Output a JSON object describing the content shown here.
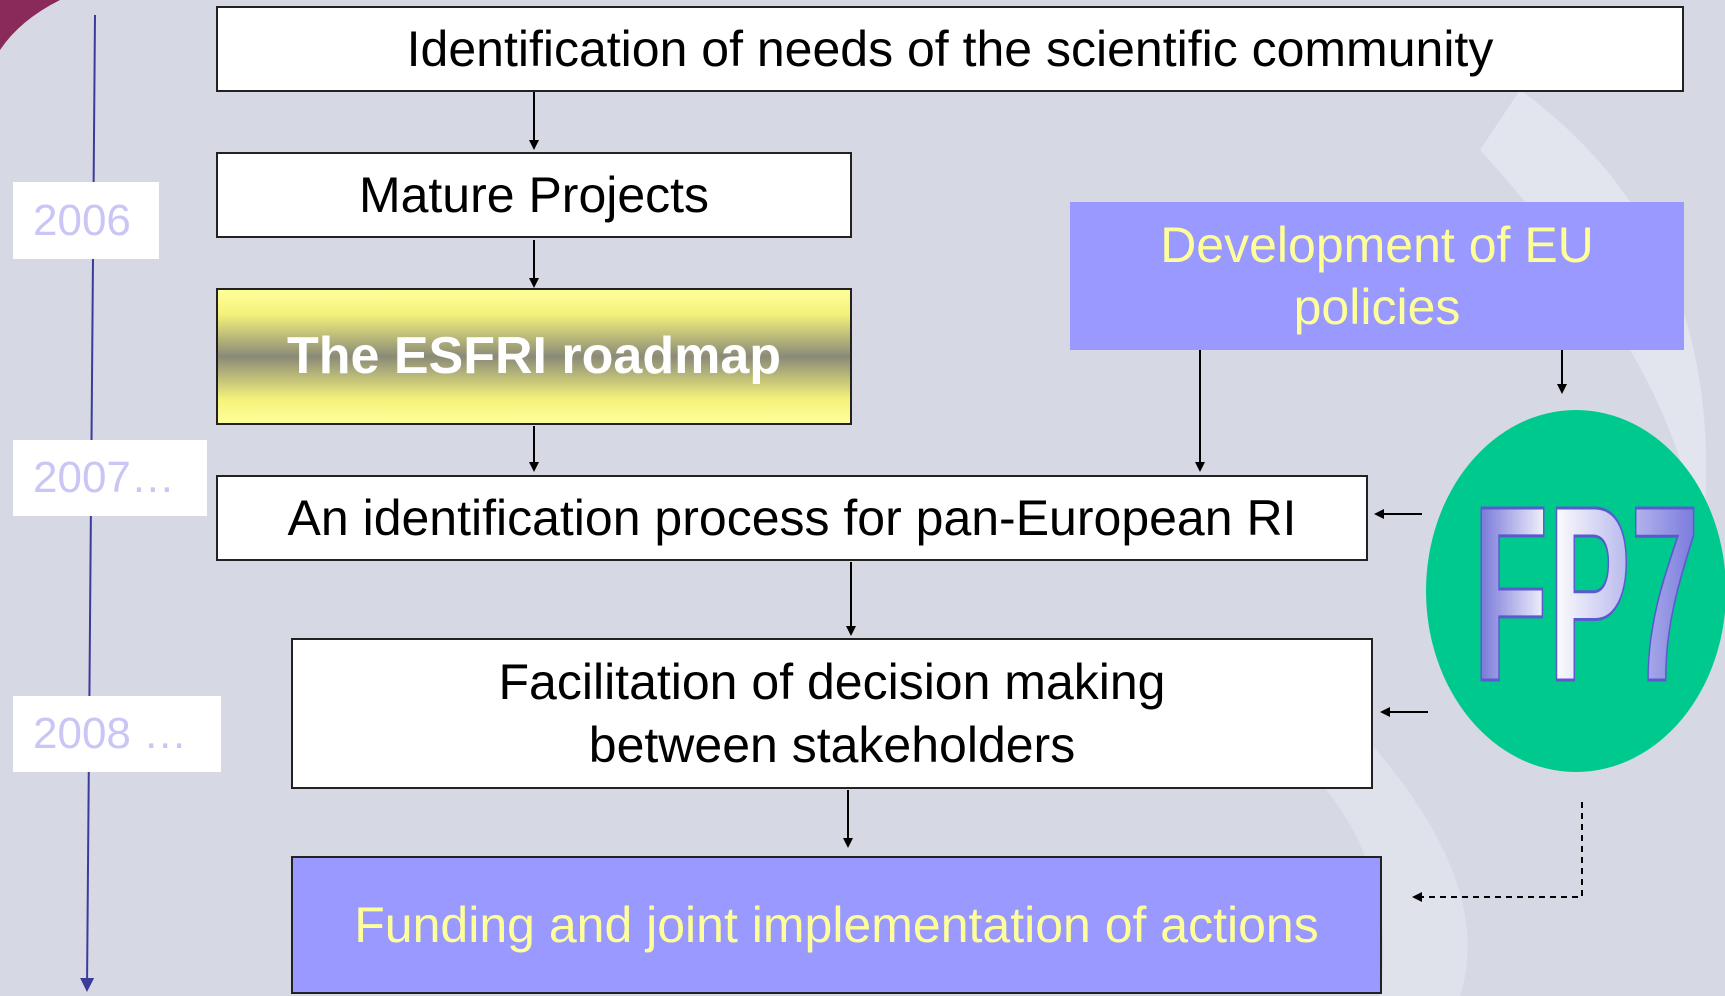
{
  "timeline": {
    "years": [
      "2006",
      "2007…",
      "2008 …"
    ]
  },
  "boxes": {
    "needs": "Identification of needs of the scientific community",
    "mature": "Mature Projects",
    "roadmap": "The ESFRI roadmap",
    "identification": "An identification process for pan-European RI",
    "facilitation_line1": "Facilitation of decision making",
    "facilitation_line2": "between stakeholders",
    "funding": "Funding and joint implementation of actions",
    "eu_line1": "Development of",
    "eu_line2": "EU policies"
  },
  "fp7": {
    "label": "FP7"
  },
  "colors": {
    "background": "#d6d9e3",
    "purple_box": "#9999ff",
    "yellow_text": "#ffff99",
    "fp7_circle": "#00c98d",
    "timeline_line": "#3b3b9c",
    "year_text": "#c9c6f5"
  }
}
